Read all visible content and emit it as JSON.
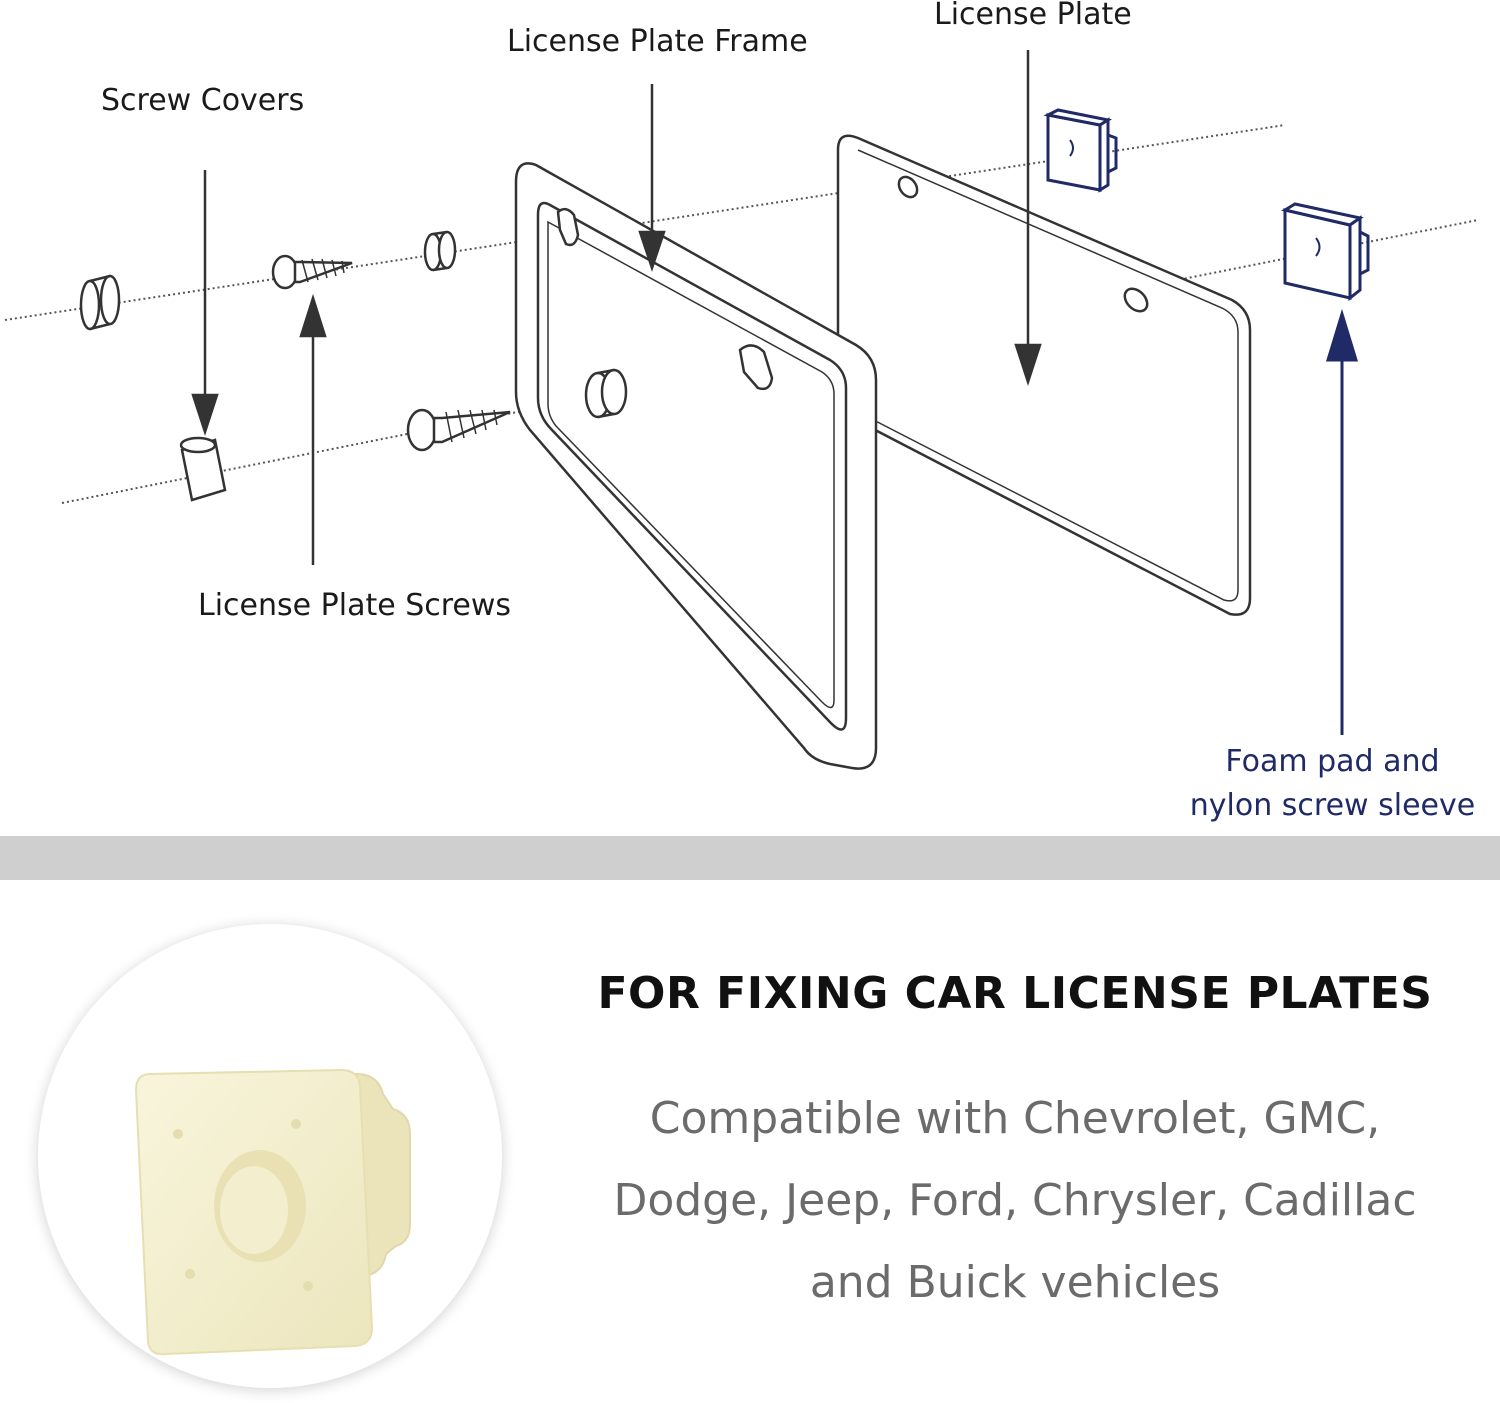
{
  "diagram": {
    "labels": {
      "frame": "License Plate Frame",
      "plate": "License Plate",
      "covers": "Screw Covers",
      "screws": "License Plate Screws",
      "foam": "Foam pad and nylon screw sleeve"
    },
    "colors": {
      "line": "#333333",
      "accent": "#1f2a66"
    }
  },
  "product": {
    "headline": "FOR FIXING CAR LICENSE PLATES",
    "compatibility": [
      "Compatible with Chevrolet, GMC,",
      "Dodge, Jeep, Ford, Chrysler, Cadillac",
      "and Buick vehicles"
    ],
    "photo_color": "#f4f0d0"
  }
}
